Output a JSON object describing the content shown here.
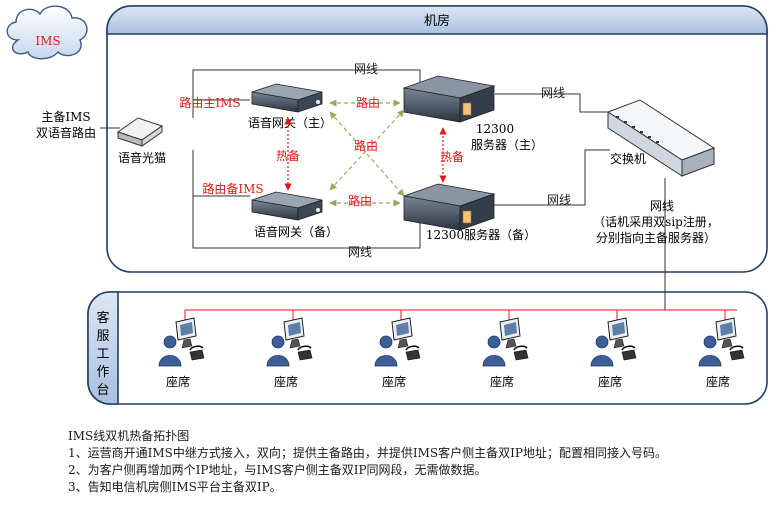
{
  "room_title": "机房",
  "workarea_title": "客服工作台",
  "cloud_label": "IMS",
  "left_route_label": [
    "主备IMS",
    "双语音路由"
  ],
  "modem_label": "语音光猫",
  "gateway_main_label": "语音网关（主）",
  "gateway_backup_label": "语音网关（备）",
  "server_main_label": [
    "12300",
    "服务器（主）"
  ],
  "server_backup_label": "12300服务器（备）",
  "switch_label": "交换机",
  "switch_line_label": [
    "网线",
    "（话机采用双sip注册，",
    "分别指向主备服务器）"
  ],
  "link_labels": {
    "route_main": "路由主IMS",
    "route_backup": "路由备IMS",
    "route_top": "路由",
    "route_cross": "路由",
    "route_bottom": "路由",
    "hot_left": "热备",
    "hot_right": "热备",
    "wire_top": "网线",
    "wire_bottom": "网线",
    "wire_server_main": "网线",
    "wire_server_backup": "网线"
  },
  "seat_label": "座席",
  "seat_count": 6,
  "notes": {
    "title": "IMS线双机热备拓扑图",
    "items": [
      "1、运营商开通IMS中继方式接入，双向；提供主备路由，并提供IMS客户侧主备双IP地址；配置相同接入号码。",
      "2、为客户侧再增加两个IP地址，与IMS客户侧主备双IP同网段，无需做数据。",
      "3、告知电信机房侧IMS平台主备双IP。"
    ]
  },
  "colors": {
    "panel_border": "#1f3f66",
    "header_fill": "#b9cbe6",
    "route_red": "#e01818",
    "dashed_green": "#8fae5a",
    "wire_black": "#333333"
  }
}
